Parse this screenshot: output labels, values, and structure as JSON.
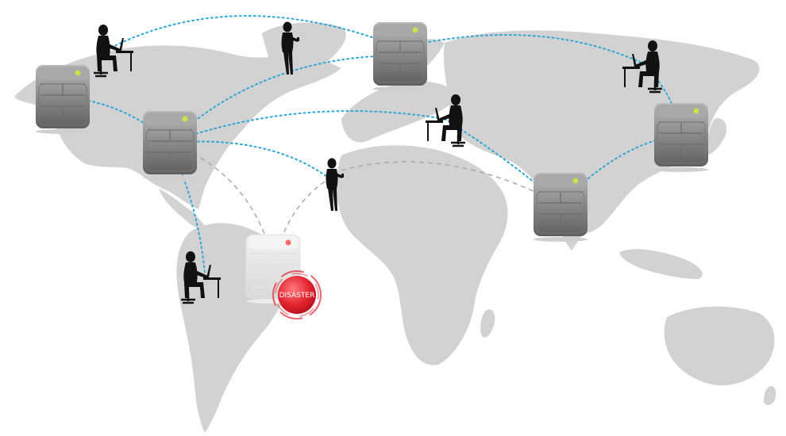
{
  "diagram": {
    "badge_label": "DISASTER",
    "colors": {
      "background": "#ffffff",
      "land": "#d2d2d2",
      "active_link": "#2aa7d6",
      "failed_link": "#a8a8a8",
      "server_body": "#8c8c8c",
      "server_led": "#c6e34a",
      "failed_led": "#ff6b6b",
      "badge": "#e0202c",
      "silhouette": "#111111"
    },
    "servers": [
      {
        "id": "server-north-america-west",
        "status": "online"
      },
      {
        "id": "server-north-america-east",
        "status": "online"
      },
      {
        "id": "server-north-atlantic",
        "status": "online"
      },
      {
        "id": "server-middle-east",
        "status": "online"
      },
      {
        "id": "server-east-asia",
        "status": "online"
      },
      {
        "id": "server-south-america",
        "status": "failed"
      }
    ],
    "users": [
      {
        "id": "user-north-america",
        "pose": "seated-at-desk"
      },
      {
        "id": "user-greenland",
        "pose": "standing-with-phone"
      },
      {
        "id": "user-europe",
        "pose": "seated-at-desk"
      },
      {
        "id": "user-asia",
        "pose": "seated-at-desk"
      },
      {
        "id": "user-atlantic",
        "pose": "standing-with-phone"
      },
      {
        "id": "user-south-america",
        "pose": "seated-at-desk"
      }
    ]
  }
}
